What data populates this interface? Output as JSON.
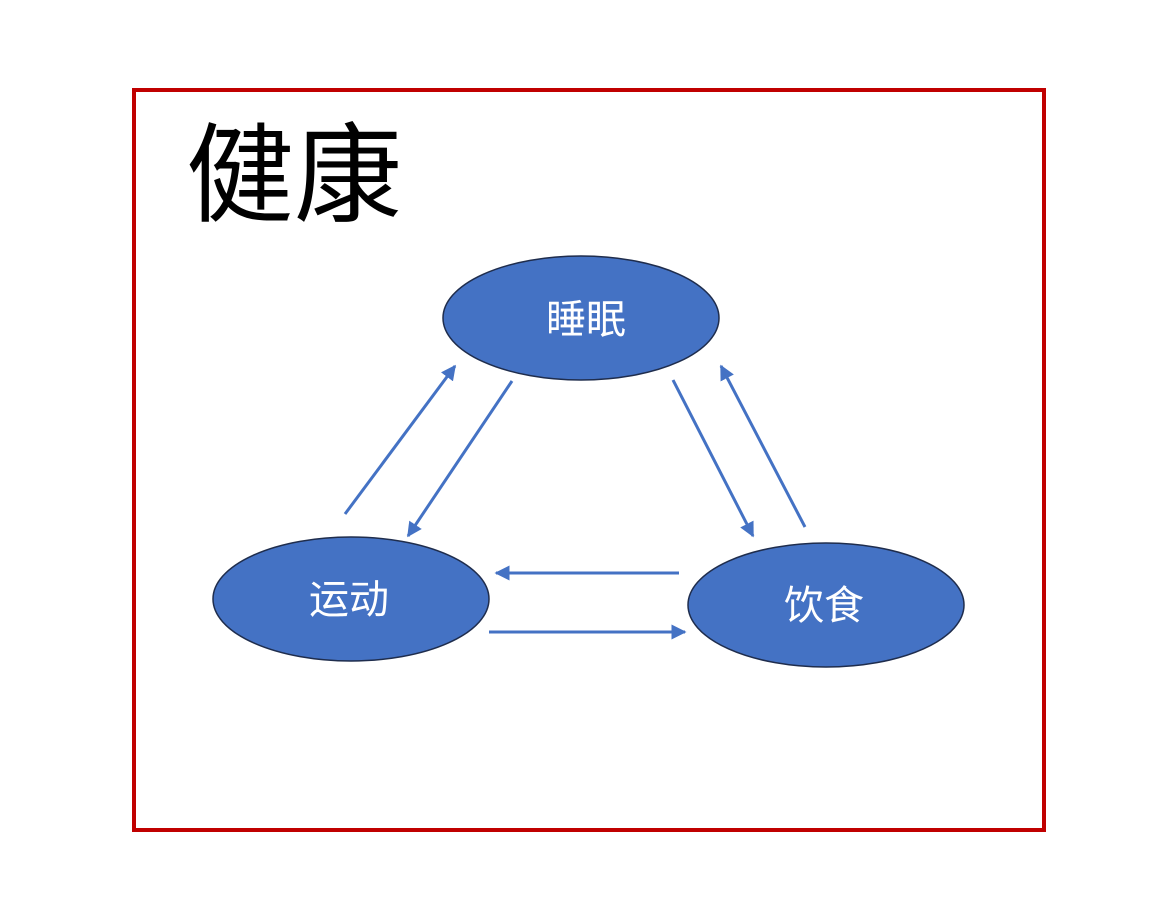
{
  "title": "健康",
  "nodes": {
    "sleep": "睡眠",
    "exercise": "运动",
    "diet": "饮食"
  },
  "colors": {
    "frame": "#c00000",
    "node_fill": "#4472c4",
    "node_stroke": "#1f2d4d",
    "arrow": "#4472c4",
    "label": "#ffffff"
  }
}
